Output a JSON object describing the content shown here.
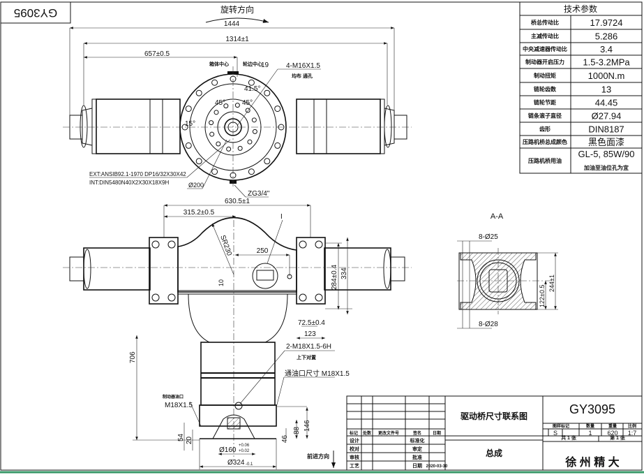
{
  "drawing_number_rotated": "GY3095",
  "top_view": {
    "rotation_label": "旋转方向",
    "dim_overall": "1444",
    "dim_flange": "1314±1",
    "dim_half": "657±0.5",
    "label_center_left": "箱体中心",
    "label_center_right": "轮边中心",
    "offset_value": "19",
    "bolt_spec": "4-M16X1.5",
    "bolt_note": "均布 通孔",
    "angle_415": "41.5°",
    "angle_45a": "45°",
    "angle_45b": "45°",
    "angle_15": "15°",
    "spline_ext": "EXT:ANSIB92.1-1970 DP16/32X30X42",
    "spline_int": "INT:DIN5480N40X2X30X18X9H",
    "dia_200": "Ø200",
    "port_zg": "ZG3/4\""
  },
  "front_view": {
    "dim_6305": "630.5±1",
    "dim_3152": "315.2±0.5",
    "radius": "SR230",
    "dim_250": "250",
    "detail_label": "I",
    "dim_10": "10",
    "dim_284": "284±0.4",
    "dim_334": "334",
    "dim_725": "72.5±0.4",
    "dim_123": "123",
    "dim_706": "706",
    "port_2m18": "2-M18X1.5-6H",
    "port_2m18_note": "上下对置",
    "vent_label": "通油口尺寸 M18X1.5",
    "brake_port_label": "制动器油口",
    "brake_port_spec": "M18X1.5",
    "dim_146": "146",
    "dim_88": "88",
    "dim_46": "46",
    "dim_54": "54",
    "dim_20": "20",
    "dia_160": "Ø160",
    "dia_160_tol_up": "+0.06",
    "dia_160_tol_dn": "+0.02",
    "dia_324": "Ø324",
    "dia_324_tol": "-0.1",
    "forward_label": "前进方向"
  },
  "section_aa": {
    "title": "A-A",
    "holes_top": "8-Ø25",
    "holes_bottom": "8-Ø28",
    "dim_122": "122±0.5",
    "dim_244": "244±1"
  },
  "tech_table": {
    "title": "技术参数",
    "rows": [
      {
        "label": "桥总传动比",
        "value": "17.9724"
      },
      {
        "label": "主减传动比",
        "value": "5.286"
      },
      {
        "label": "中央减速器传动比",
        "value": "3.4"
      },
      {
        "label": "制动器开启压力",
        "value": "1.5-3.2MPa"
      },
      {
        "label": "制动扭矩",
        "value": "1000N.m"
      },
      {
        "label": "链轮齿数",
        "value": "13"
      },
      {
        "label": "链轮节距",
        "value": "44.45"
      },
      {
        "label": "链条滚子直径",
        "value": "Ø27.94"
      },
      {
        "label": "齿形",
        "value": "DIN8187"
      },
      {
        "label": "压路机桥总成颜色",
        "value": "黑色面漆"
      },
      {
        "label": "压路机桥用油",
        "value": "GL-5, 85W/90",
        "note": "加油至油位孔为宜"
      }
    ]
  },
  "title_block": {
    "drawing_title": "驱动桥尺寸联系图",
    "drawing_number": "GY3095",
    "part_name": "总成",
    "company": "徐 州 精 大",
    "rev_headers": [
      "标记",
      "处数",
      "更改文件号",
      "签名",
      "日期"
    ],
    "sign_rows": [
      {
        "role": "设计",
        "role2": "标准化",
        "date": ""
      },
      {
        "role": "校对",
        "role2": "审定",
        "date": ""
      },
      {
        "role": "审核",
        "role2": "批准",
        "date": ""
      },
      {
        "role": "工艺",
        "role2": "日期",
        "date": "2020-03-30"
      }
    ],
    "spec_headers": [
      "图样标记",
      "数量",
      "重量",
      "比例"
    ],
    "mark": "S",
    "quantity": "1",
    "weight": "620",
    "scale": "1:7",
    "sheets_total": "共 1 张",
    "sheet_no": "第 1 张"
  }
}
